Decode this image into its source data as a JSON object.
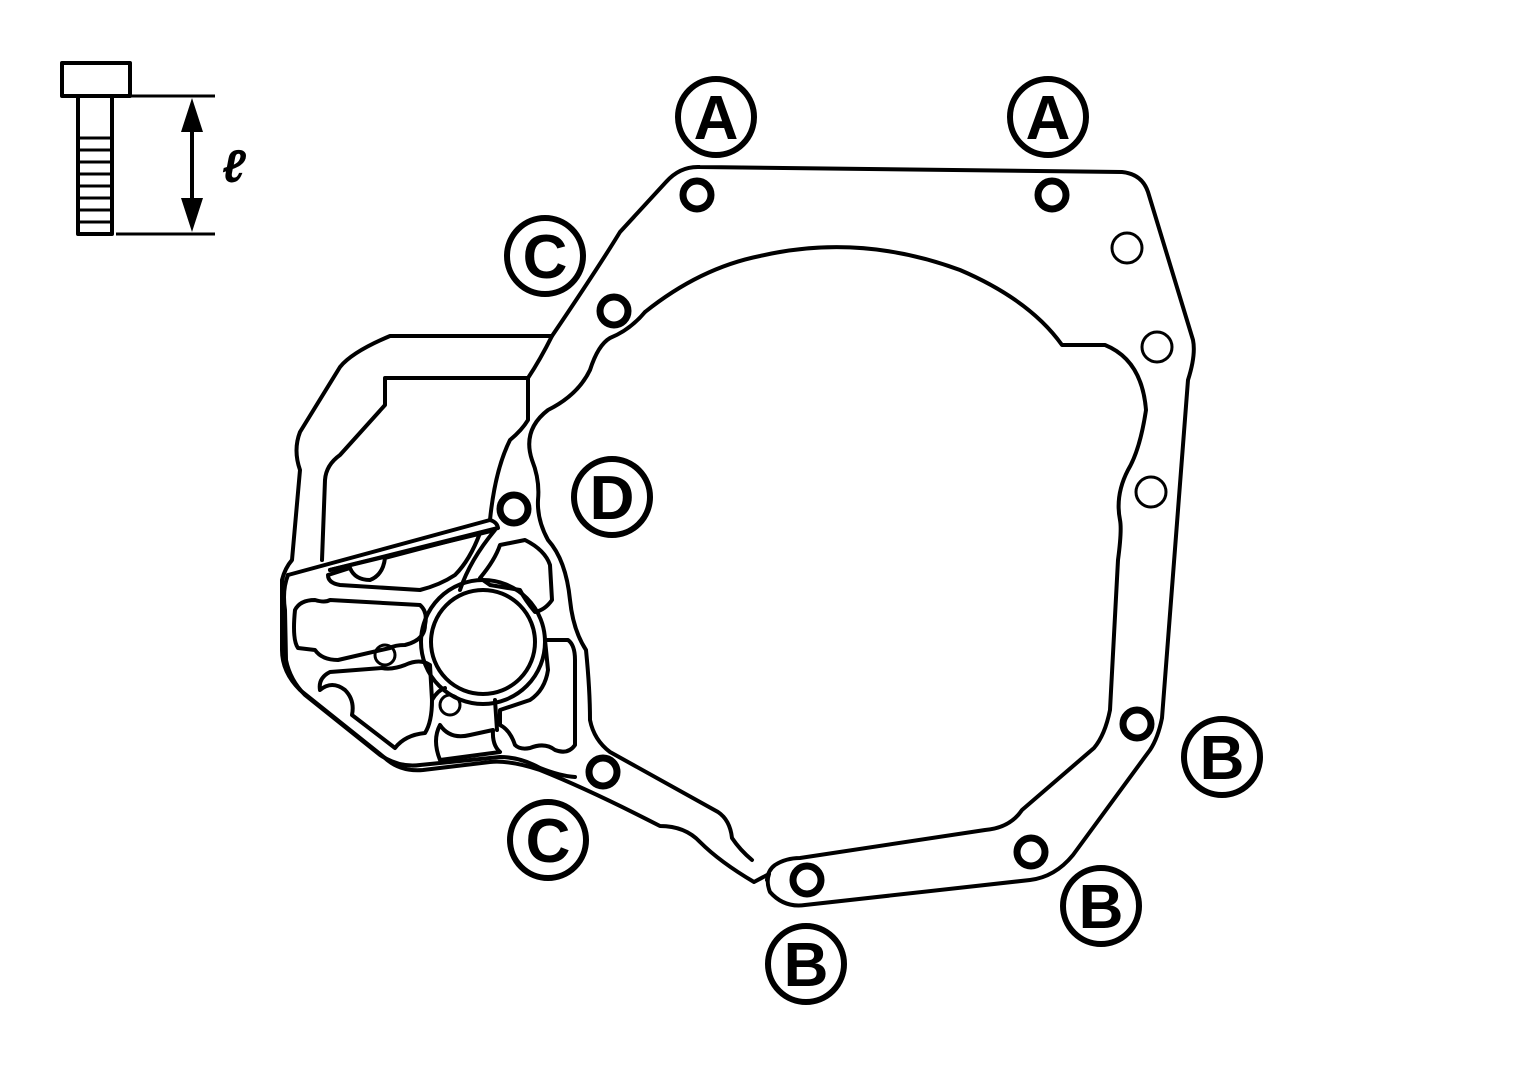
{
  "diagram": {
    "length_symbol": "ℓ",
    "callouts": [
      {
        "id": "a1",
        "label": "A"
      },
      {
        "id": "a2",
        "label": "A"
      },
      {
        "id": "c1",
        "label": "C"
      },
      {
        "id": "c2",
        "label": "C"
      },
      {
        "id": "d1",
        "label": "D"
      },
      {
        "id": "b1",
        "label": "B"
      },
      {
        "id": "b2",
        "label": "B"
      },
      {
        "id": "b3",
        "label": "B"
      }
    ]
  },
  "colors": {
    "ink": "#000000",
    "paper": "#ffffff"
  }
}
